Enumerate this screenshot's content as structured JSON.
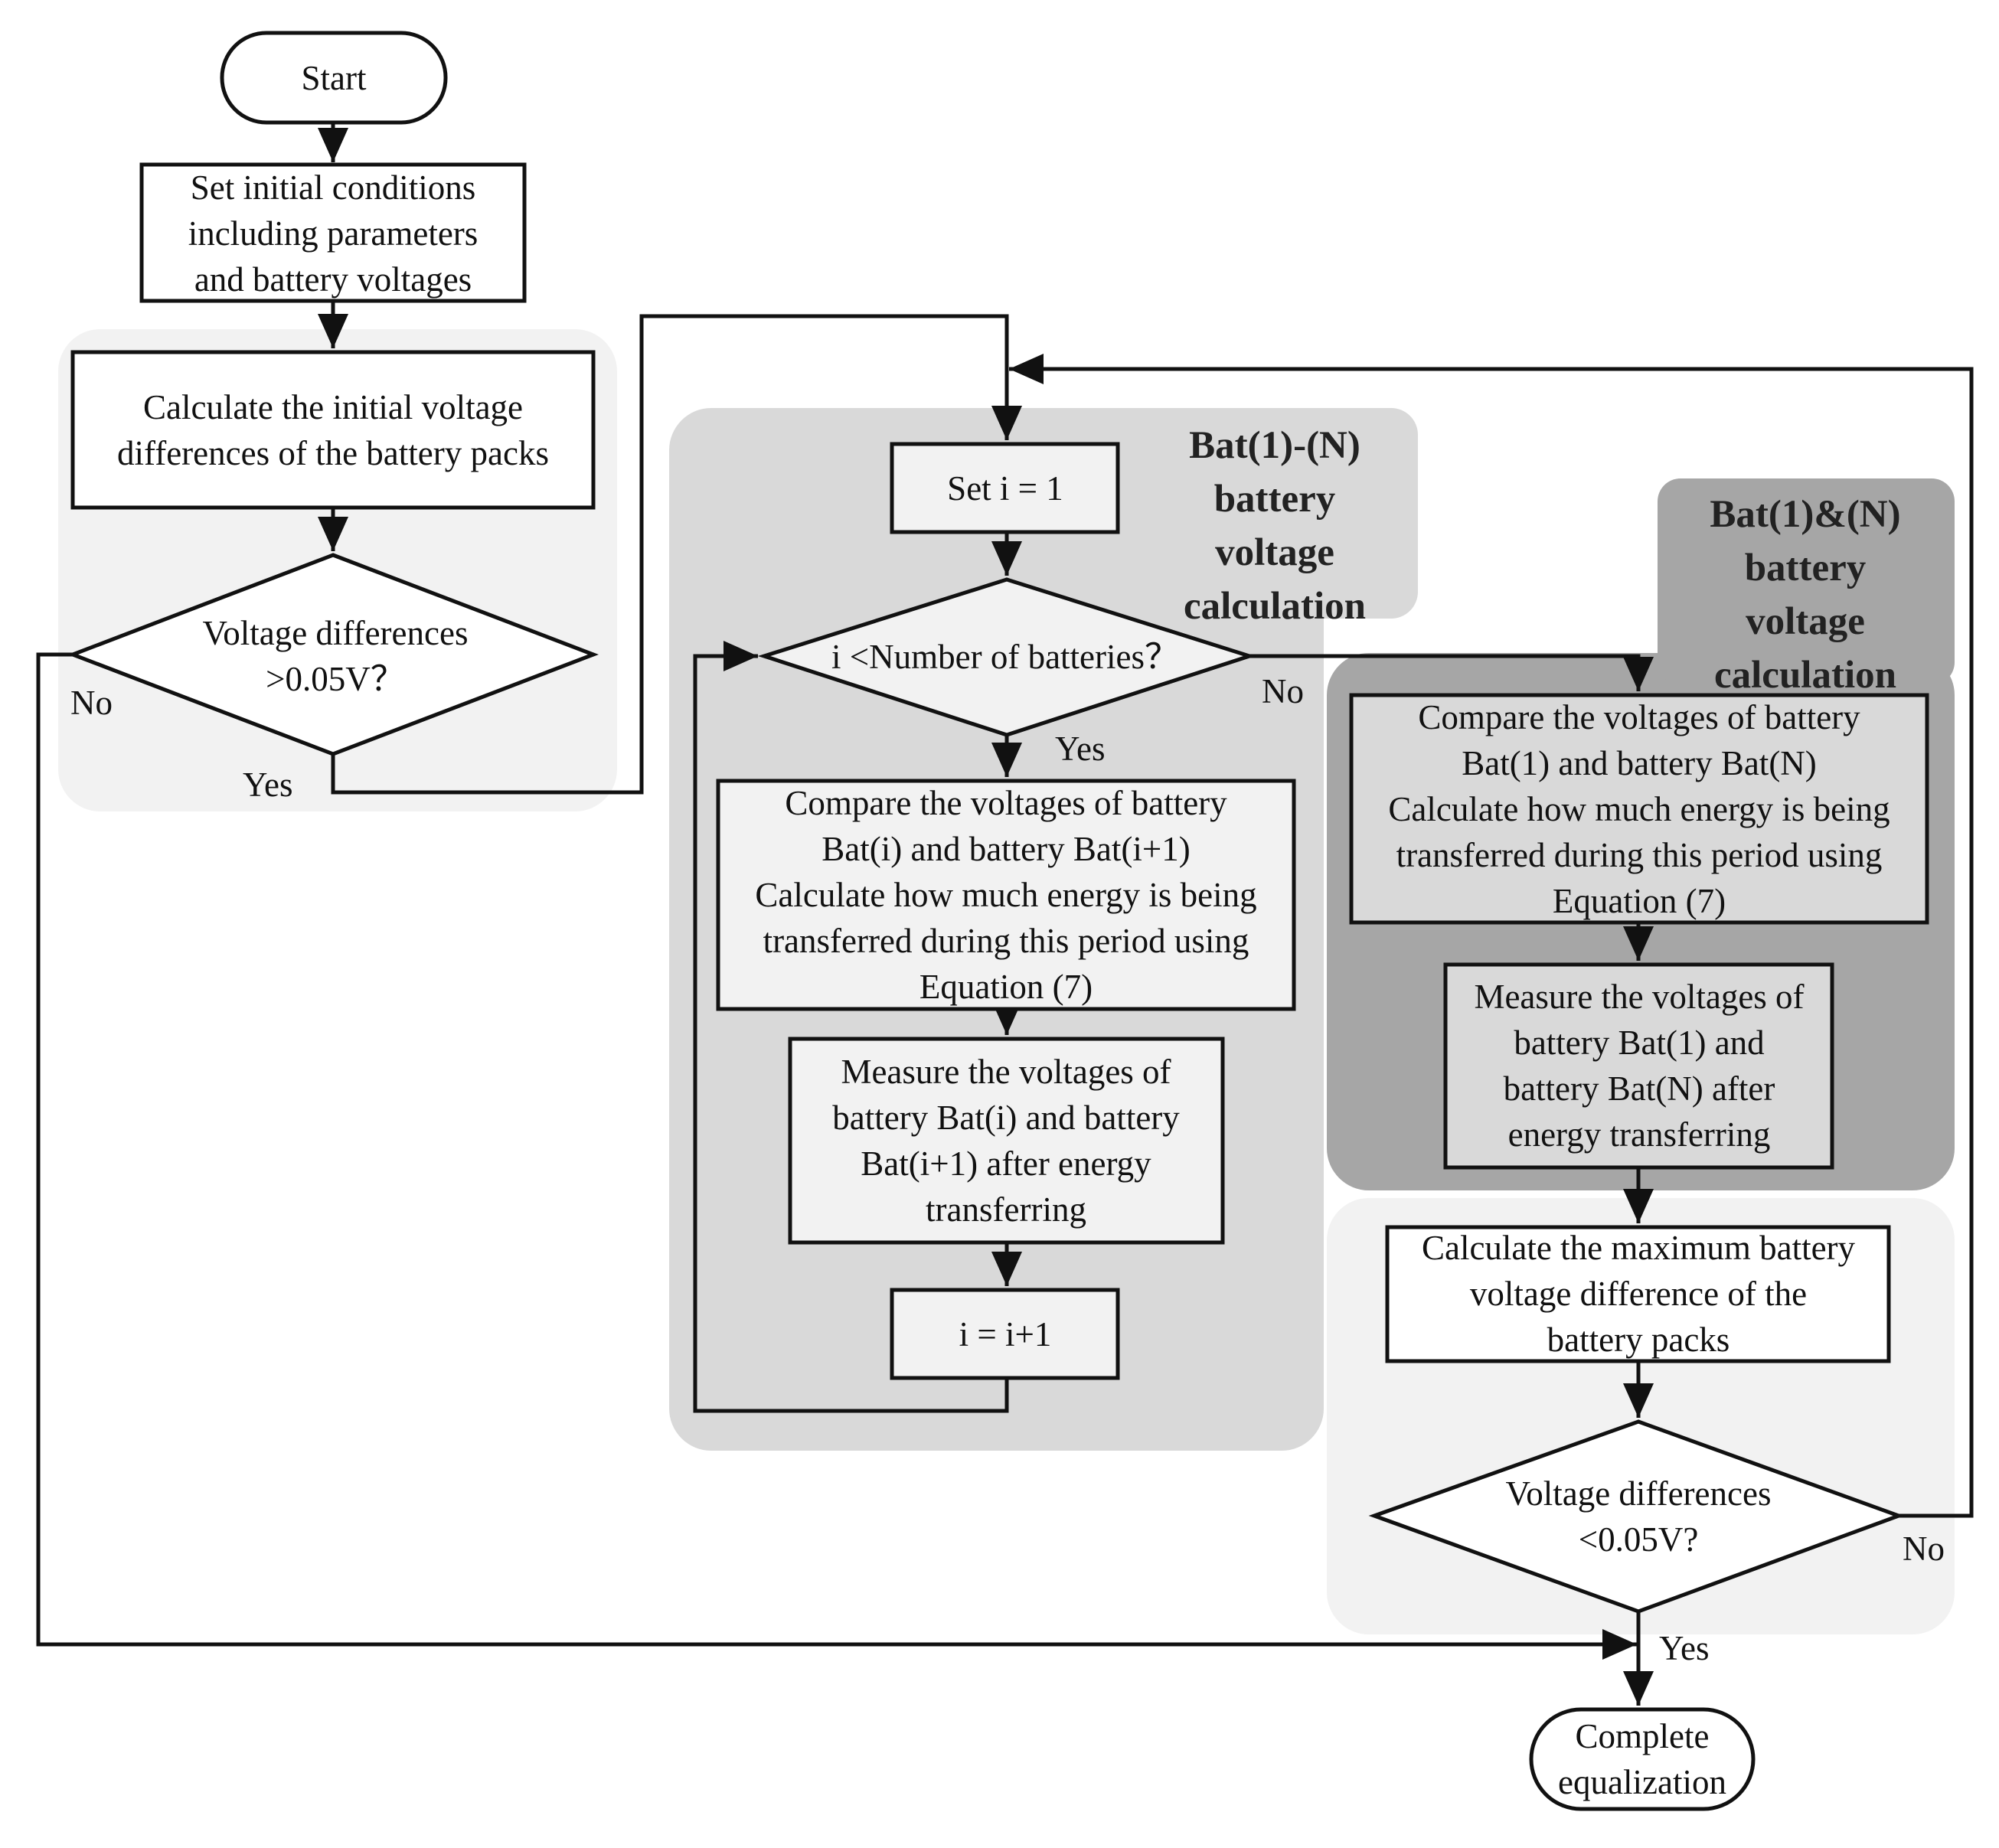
{
  "groups": {
    "init_group": {
      "fill": "#f2f2f2"
    },
    "loop_group": {
      "fill": "#d9d9d9",
      "title": [
        "Bat(1)-(N)",
        "battery",
        "voltage",
        "calculation"
      ]
    },
    "endpoint_group": {
      "fill": "#a6a6a6",
      "title": [
        "Bat(1)&(N)",
        "battery",
        "voltage",
        "calculation"
      ]
    },
    "final_group": {
      "fill": "#f2f2f2"
    }
  },
  "nodes": {
    "start": {
      "lines": [
        "Start"
      ]
    },
    "set_initial": {
      "lines": [
        "Set initial conditions",
        "including parameters",
        "and battery voltages"
      ]
    },
    "calc_initial": {
      "lines": [
        "Calculate the initial voltage",
        "differences of the battery packs"
      ]
    },
    "decision_gt": {
      "lines": [
        "Voltage differences",
        ">0.05V？"
      ]
    },
    "set_i": {
      "lines": [
        "Set i = 1"
      ]
    },
    "decision_i": {
      "lines": [
        "i <Number of batteries？"
      ]
    },
    "compare_i": {
      "lines": [
        "Compare the voltages of battery",
        "Bat(i) and battery Bat(i+1)",
        "Calculate how much energy is being",
        "transferred during this period using",
        "Equation (7)"
      ]
    },
    "measure_i": {
      "lines": [
        "Measure the voltages of",
        "battery Bat(i) and battery",
        "Bat(i+1) after energy",
        "transferring"
      ]
    },
    "increment": {
      "lines": [
        "i = i+1"
      ]
    },
    "compare_n": {
      "lines": [
        "Compare the voltages of battery",
        "Bat(1) and battery Bat(N)",
        "Calculate how much energy is being",
        "transferred during this period using",
        "Equation (7)"
      ]
    },
    "measure_n": {
      "lines": [
        "Measure the voltages of",
        "battery Bat(1) and",
        "battery Bat(N) after",
        "energy transferring"
      ]
    },
    "calc_max": {
      "lines": [
        "Calculate the maximum battery",
        "voltage difference of the",
        "battery packs"
      ]
    },
    "decision_lt": {
      "lines": [
        "Voltage differences",
        "<0.05V?"
      ]
    },
    "complete": {
      "lines": [
        "Complete",
        "equalization"
      ]
    }
  },
  "edge_labels": {
    "gt_no": "No",
    "gt_yes": "Yes",
    "i_yes": "Yes",
    "i_no": "No",
    "lt_no": "No",
    "lt_yes": "Yes"
  }
}
